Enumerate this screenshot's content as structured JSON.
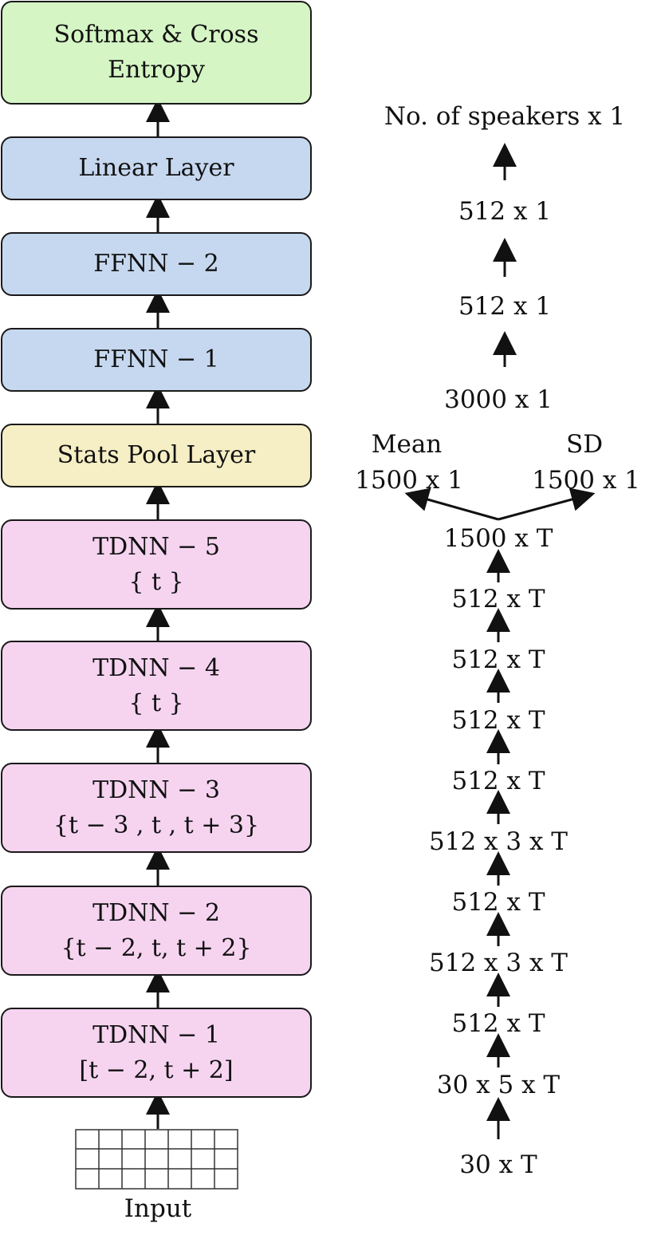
{
  "layers": [
    {
      "id": "softmax",
      "lines": [
        "Softmax & Cross",
        "Entropy"
      ],
      "color": "#d5f5c4"
    },
    {
      "id": "linear",
      "lines": [
        "Linear Layer"
      ],
      "color": "#c6d8f0"
    },
    {
      "id": "ffnn2",
      "lines": [
        "FFNN − 2"
      ],
      "color": "#c6d8f0"
    },
    {
      "id": "ffnn1",
      "lines": [
        "FFNN − 1"
      ],
      "color": "#c6d8f0"
    },
    {
      "id": "stats",
      "lines": [
        "Stats Pool Layer"
      ],
      "color": "#f6eec4"
    },
    {
      "id": "tdnn5",
      "lines": [
        "TDNN − 5",
        "{ t }"
      ],
      "color": "#f6d4f0"
    },
    {
      "id": "tdnn4",
      "lines": [
        "TDNN − 4",
        "{ t }"
      ],
      "color": "#f6d4f0"
    },
    {
      "id": "tdnn3",
      "lines": [
        "TDNN − 3",
        "{t − 3 , t , t + 3}"
      ],
      "color": "#f6d4f0"
    },
    {
      "id": "tdnn2",
      "lines": [
        "TDNN − 2",
        "{t − 2, t, t + 2}"
      ],
      "color": "#f6d4f0"
    },
    {
      "id": "tdnn1",
      "lines": [
        "TDNN − 1",
        "[t − 2, t + 2]"
      ],
      "color": "#f6d4f0"
    }
  ],
  "input_label": "Input",
  "dims": {
    "speakers": "No. of speakers x 1",
    "d512a": "512 x 1",
    "d512b": "512 x 1",
    "d3000": "3000 x 1",
    "mean_label": "Mean",
    "mean_dim": "1500 x 1",
    "sd_label": "SD",
    "sd_dim": "1500 x 1",
    "d1500T": "1500 x T",
    "t1": "512 x T",
    "t2": "512 x T",
    "t3": "512 x T",
    "t4": "512 x T",
    "t5": "512 x 3 x T",
    "t6": "512 x T",
    "t7": "512 x 3 x T",
    "t8": "512 x T",
    "t9": "30 x 5 x T",
    "t10": "30 x T"
  }
}
